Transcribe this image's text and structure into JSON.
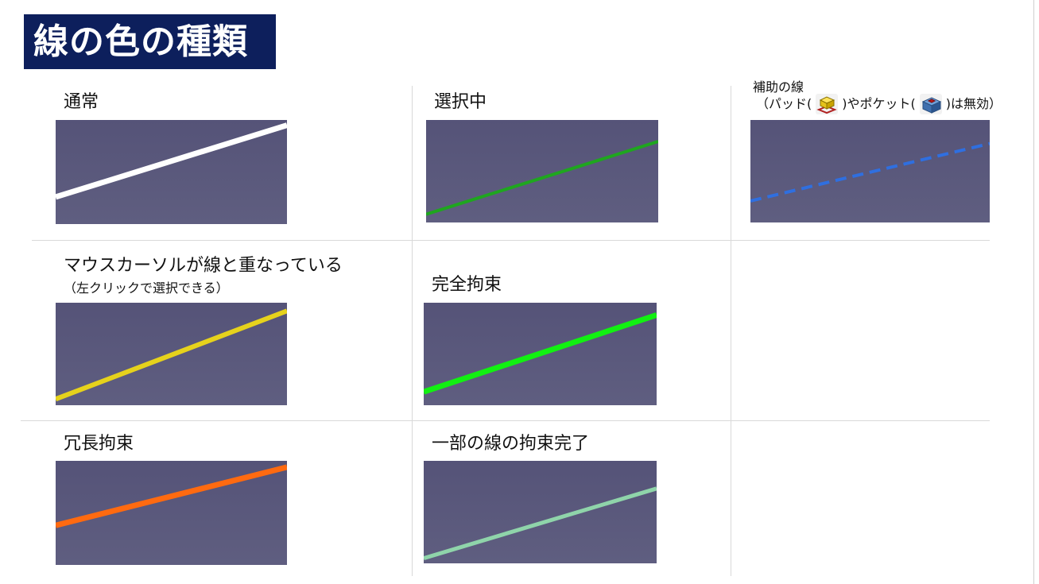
{
  "page_title": "線の色の種類",
  "colors": {
    "title_bg": "#0d1f5c",
    "panel_top": "#555378",
    "panel_bottom": "#5f5e80",
    "normal": "#ffffff",
    "selected": "#1fa61f",
    "construction": "#2f6fe0",
    "hover": "#e6d21c",
    "fully_constrained": "#12f012",
    "redundant": "#ff6a10",
    "partially_constrained": "#8fd4aa"
  },
  "cells": {
    "normal": {
      "label": "通常",
      "line_color": "#ffffff",
      "style": "solid"
    },
    "selected": {
      "label": "選択中",
      "line_color": "#1fa61f",
      "style": "solid"
    },
    "construction": {
      "label": "補助の線",
      "note_prefix": "（パッド(",
      "note_mid": ")やポケット(",
      "note_suffix": ")は無効）",
      "pad_icon": "pad-icon",
      "pocket_icon": "pocket-icon",
      "line_color": "#2f6fe0",
      "style": "dashed"
    },
    "hover": {
      "label": "マウスカーソルが線と重なっている",
      "sublabel": "（左クリックで選択できる）",
      "line_color": "#e6d21c",
      "style": "solid"
    },
    "fully_constrained": {
      "label": "完全拘束",
      "line_color": "#12f012",
      "style": "solid"
    },
    "redundant": {
      "label": "冗長拘束",
      "line_color": "#ff6a10",
      "style": "solid"
    },
    "partially_constrained": {
      "label": "一部の線の拘束完了",
      "line_color": "#8fd4aa",
      "style": "solid"
    }
  }
}
